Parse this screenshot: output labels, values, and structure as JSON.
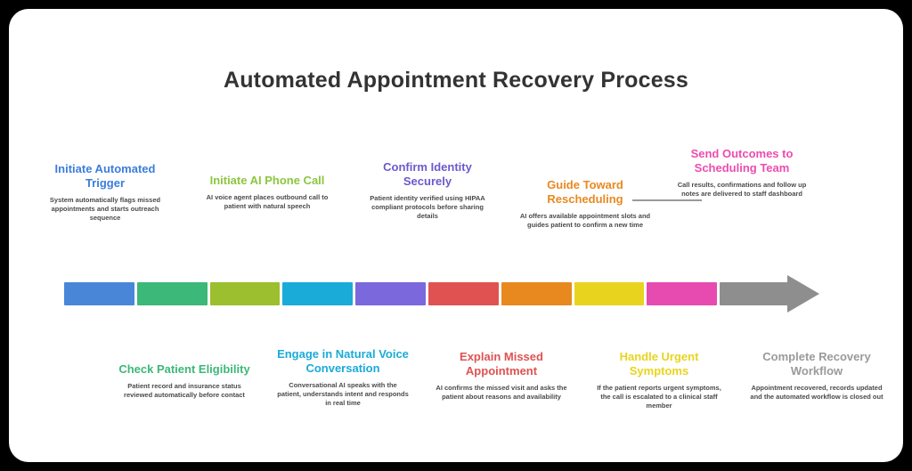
{
  "chart_data": {
    "type": "timeline",
    "title": "Automated Appointment Recovery Process",
    "orientation": "horizontal",
    "segment_count": 10,
    "segment_colors": [
      "#4a86d8",
      "#3cb878",
      "#9bbf2e",
      "#1aabd8",
      "#7b68dd",
      "#e05252",
      "#e8891f",
      "#e8d41f",
      "#e84bb0",
      "#8e8e8e"
    ],
    "steps_above": [
      {
        "index": 1,
        "title": "Initiate Automated Trigger",
        "description": "System automatically flags missed appointments and starts outreach sequence",
        "color": "#3b7ddd"
      },
      {
        "index": 3,
        "title": "Initiate AI Phone Call",
        "description": "AI voice agent places outbound call to patient with natural speech",
        "color": "#8cc63f"
      },
      {
        "index": 5,
        "title": "Confirm Identity Securely",
        "description": "Patient identity verified using HIPAA compliant protocols before sharing details",
        "color": "#6a5acd"
      },
      {
        "index": 7,
        "title": "Guide Toward Rescheduling",
        "description": "AI offers available appointment slots and guides patient to confirm a new time",
        "color": "#e8891f"
      },
      {
        "index": 9,
        "title": "Send Outcomes to Scheduling Team",
        "description": "Call results, confirmations and follow up notes are delivered to staff dashboard",
        "color": "#ee4bb0"
      }
    ],
    "steps_below": [
      {
        "index": 2,
        "title": "Check Patient Eligibility",
        "description": "Patient record and insurance status reviewed automatically before contact",
        "color": "#3cb878"
      },
      {
        "index": 4,
        "title": "Engage in Natural Voice Conversation",
        "description": "Conversational AI speaks with the patient, understands intent and responds in real time",
        "color": "#1aabd8"
      },
      {
        "index": 6,
        "title": "Explain Missed Appointment",
        "description": "AI confirms the missed visit and asks the patient about reasons and availability",
        "color": "#e05252"
      },
      {
        "index": 8,
        "title": "Handle Urgent Symptoms",
        "description": "If the patient reports urgent symptoms, the call is escalated to a clinical staff member",
        "color": "#e8d41f"
      },
      {
        "index": 10,
        "title": "Complete Recovery Workflow",
        "description": "Appointment recovered, records updated and the automated workflow is closed out",
        "color": "#8e8e8e"
      }
    ]
  }
}
